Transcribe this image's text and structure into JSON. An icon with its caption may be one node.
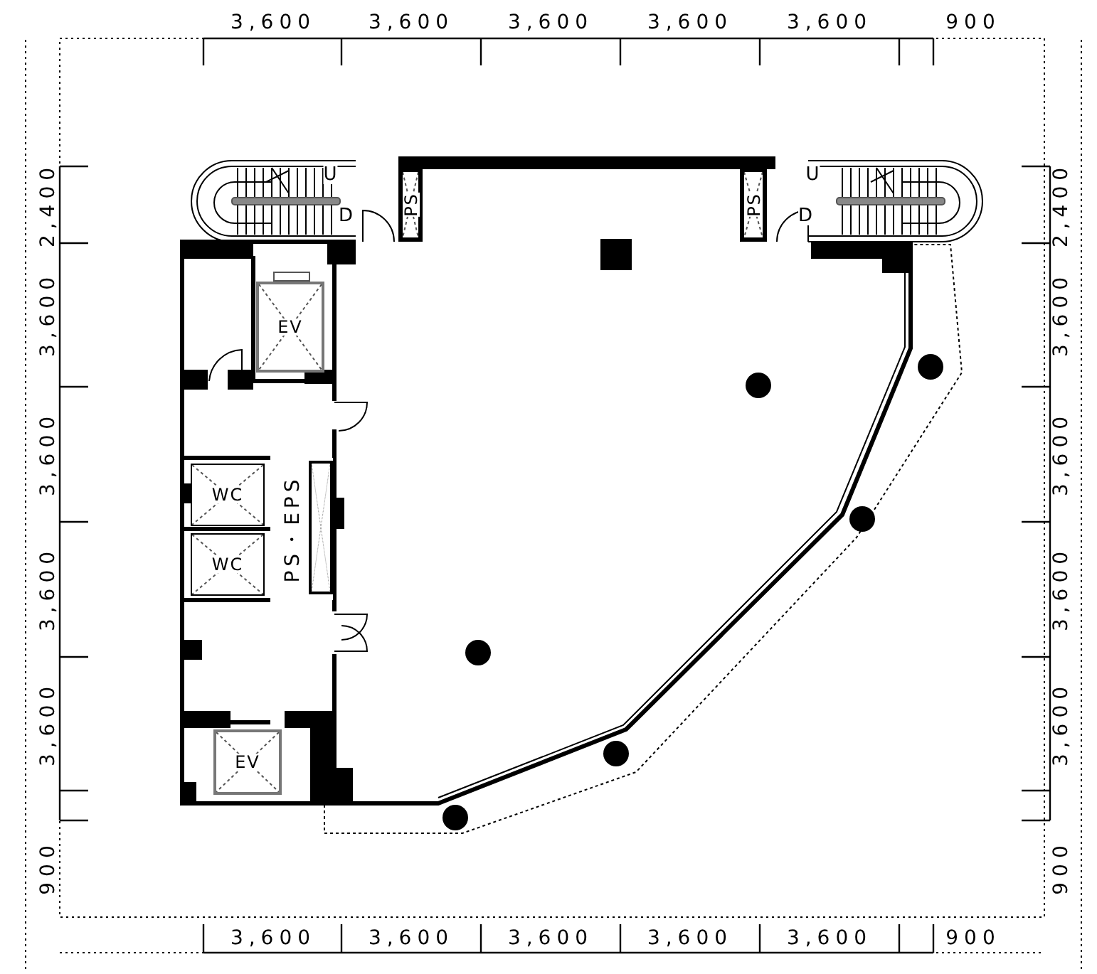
{
  "diagram": {
    "nodes": [
      {
        "text": [
          "PS"
        ]
      },
      {
        "text": [
          "PS"
        ]
      },
      {
        "text": [
          "EV"
        ]
      },
      {
        "text": [
          "WC"
        ]
      },
      {
        "text": [
          "WC"
        ]
      },
      {
        "text": [
          "PS・EPS"
        ]
      },
      {
        "text": [
          "EV"
        ]
      }
    ],
    "labels": [
      "3,600",
      "3,600",
      "3,600",
      "3,600",
      "3,600",
      "900",
      "2,400",
      "3,600",
      "3,600",
      "3,600",
      "3,600",
      "900",
      "2,400",
      "3,600",
      "3,600",
      "3,600",
      "3,600",
      "900",
      "U",
      "D",
      "U",
      "D",
      "3,600",
      "3,600",
      "3,600",
      "3,600",
      "3,600",
      "900"
    ]
  }
}
